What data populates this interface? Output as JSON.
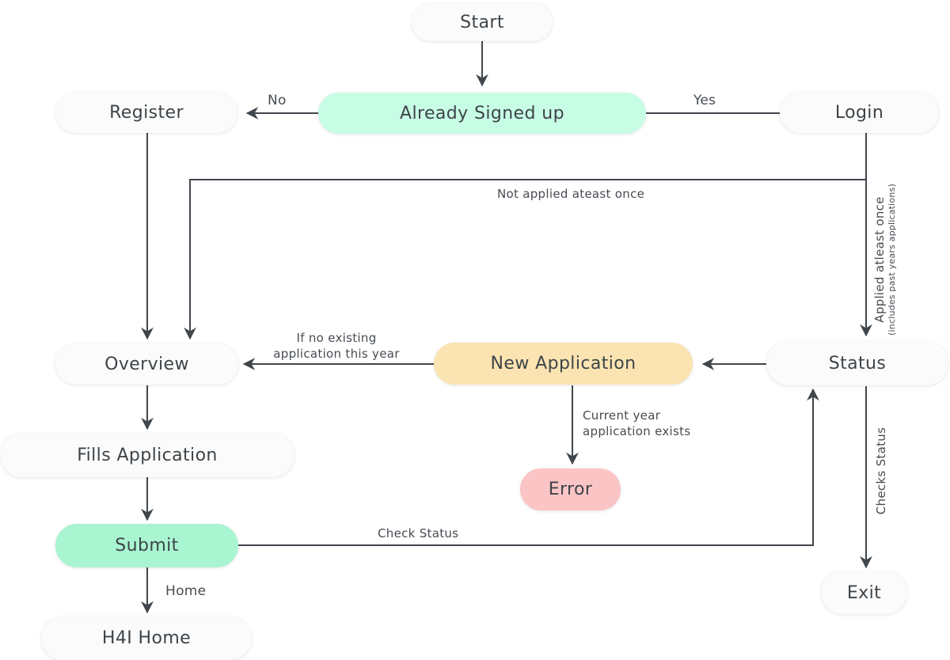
{
  "nodes": {
    "start": {
      "label": "Start"
    },
    "already_signed_up": {
      "label": "Already Signed up"
    },
    "register": {
      "label": "Register"
    },
    "login": {
      "label": "Login"
    },
    "overview": {
      "label": "Overview"
    },
    "new_application": {
      "label": "New Application"
    },
    "status": {
      "label": "Status"
    },
    "fills_application": {
      "label": "Fills Application"
    },
    "error": {
      "label": "Error"
    },
    "submit": {
      "label": "Submit"
    },
    "exit": {
      "label": "Exit"
    },
    "h4i_home": {
      "label": "H4I Home"
    }
  },
  "edge_labels": {
    "no": "No",
    "yes": "Yes",
    "not_applied": "Not applied ateast once",
    "applied_once_main": "Applied atleast once",
    "applied_once_sub": "(includes past years applications)",
    "if_no_existing_line1": "If no existing",
    "if_no_existing_line2": "application this year",
    "current_year_line1": "Current year",
    "current_year_line2": "application exists",
    "check_status": "Check Status",
    "checks_status": "Checks Status",
    "home": "Home"
  },
  "colors": {
    "node_white": "#FBFBFB",
    "mint_light": "#C8FDE5",
    "mint": "#A9F5D1",
    "yellow": "#FBE4B1",
    "pink": "#FBC5C5",
    "line": "#3F464C",
    "text": "#3D4449",
    "background": "#FFFFFF"
  }
}
